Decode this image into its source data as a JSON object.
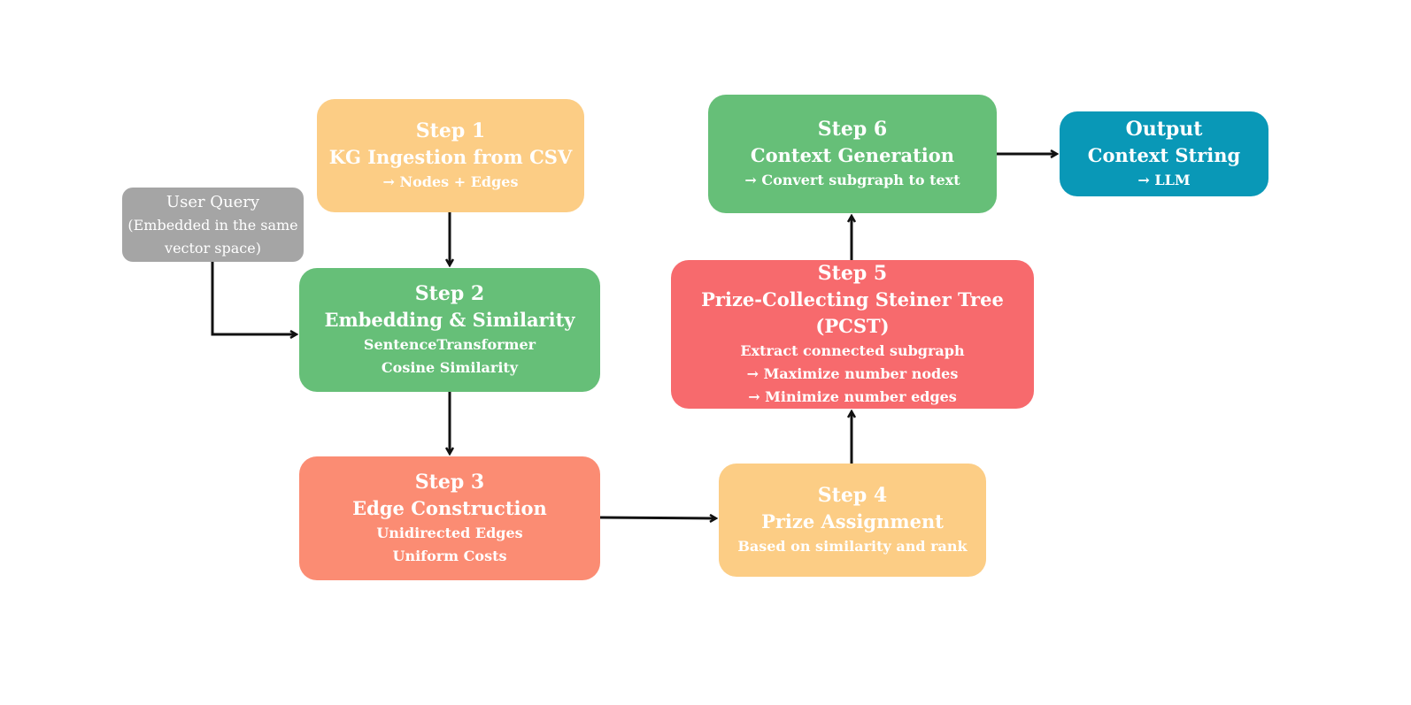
{
  "colors": {
    "step1": "#fccd85",
    "step2": "#66bf78",
    "step3": "#fb8c73",
    "step4": "#fccd85",
    "step5": "#f76a6d",
    "step6": "#66bf78",
    "output": "#0998b7",
    "user_query": "#a5a5a5",
    "arrow": "#111111"
  },
  "user_query": {
    "title": "User Query",
    "line1": "(Embedded in the same",
    "line2": "vector space)"
  },
  "step1": {
    "step": "Step 1",
    "title": "KG Ingestion from CSV",
    "line1": "→ Nodes + Edges"
  },
  "step2": {
    "step": "Step 2",
    "title": "Embedding & Similarity",
    "line1": "SentenceTransformer",
    "line2": "Cosine Similarity"
  },
  "step3": {
    "step": "Step 3",
    "title": "Edge Construction",
    "line1": "Unidirected Edges",
    "line2": "Uniform Costs"
  },
  "step4": {
    "step": "Step 4",
    "title": "Prize Assignment",
    "line1": "Based on similarity and rank"
  },
  "step5": {
    "step": "Step 5",
    "title": "Prize-Collecting Steiner Tree (PCST)",
    "line1": "Extract connected subgraph",
    "line2": "→ Maximize number nodes",
    "line3": "→ Minimize number edges"
  },
  "step6": {
    "step": "Step 6",
    "title": "Context Generation",
    "line1": "→ Convert subgraph to text"
  },
  "output": {
    "step": "Output",
    "title": "Context String",
    "line1": "→ LLM"
  }
}
